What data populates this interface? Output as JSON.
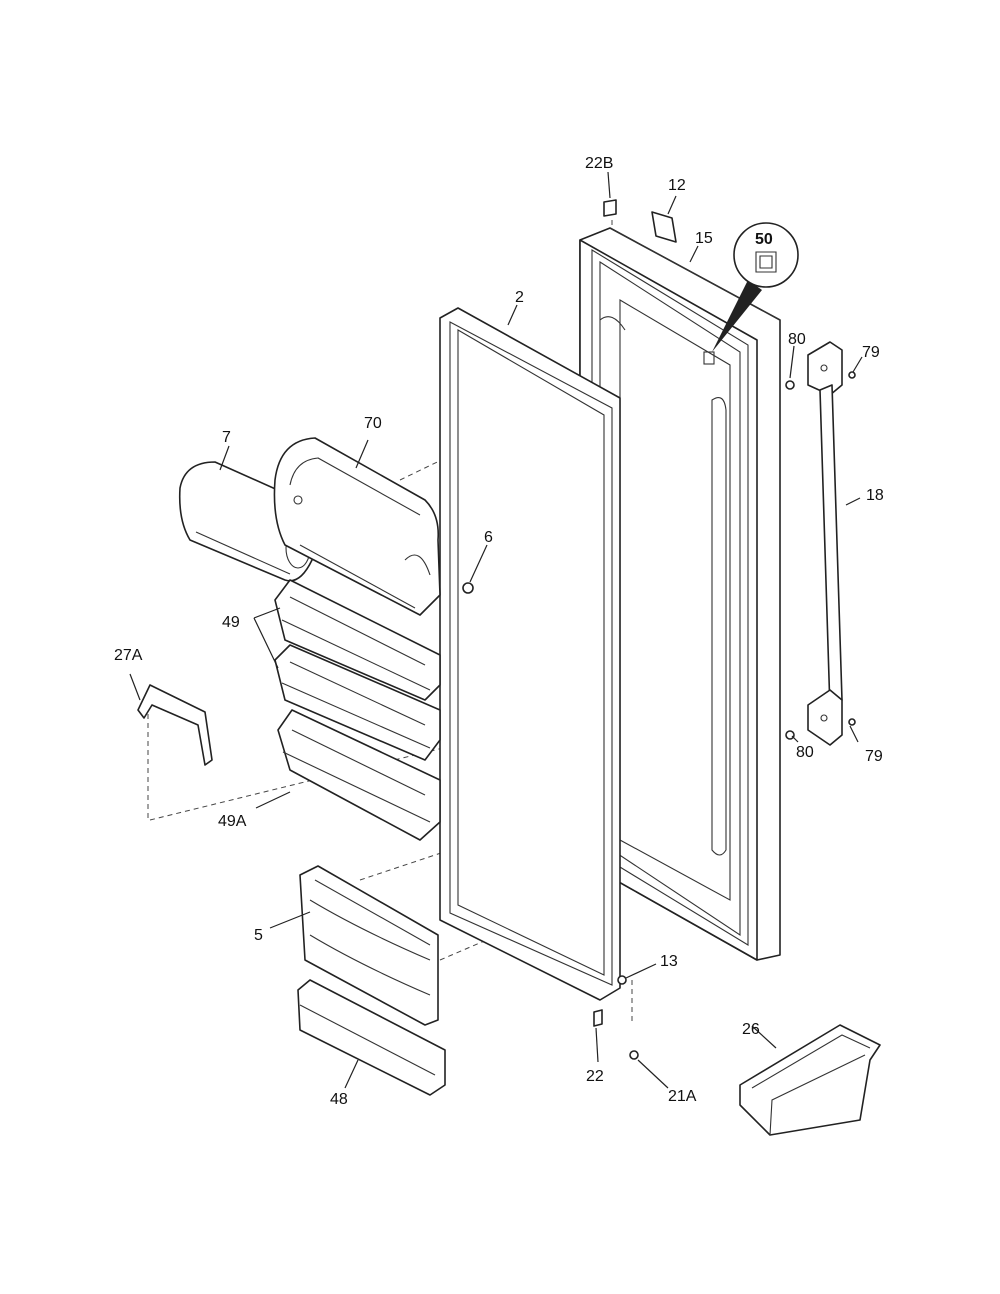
{
  "callouts": {
    "c22b": "22B",
    "c12": "12",
    "c15": "15",
    "c50": "50",
    "c2": "2",
    "c80_top": "80",
    "c79_top": "79",
    "c7": "7",
    "c70": "70",
    "c18": "18",
    "c6": "6",
    "c49": "49",
    "c27a": "27A",
    "c80_bottom": "80",
    "c79_bottom": "79",
    "c49a": "49A",
    "c5": "5",
    "c13": "13",
    "c26": "26",
    "c22": "22",
    "c21a": "21A",
    "c48": "48"
  }
}
